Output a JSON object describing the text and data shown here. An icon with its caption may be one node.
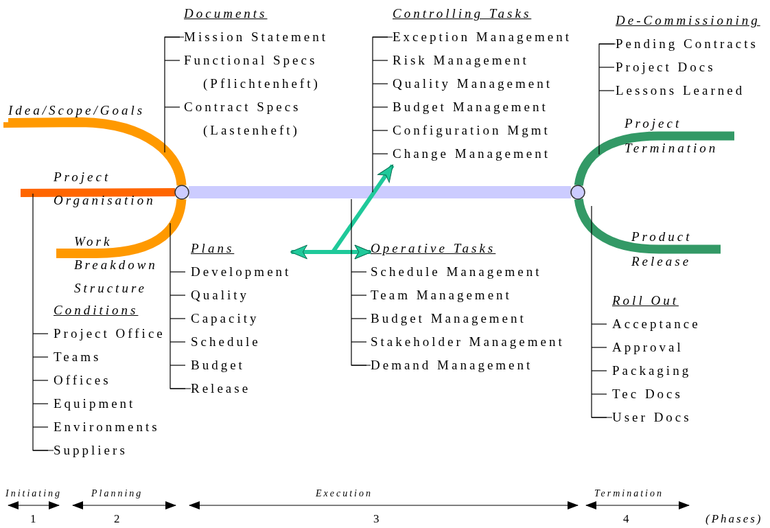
{
  "diagram": {
    "nodes": [
      {
        "text": [
          "Idea/Scope/Goals"
        ]
      },
      {
        "text": [
          "Project Organisation"
        ]
      },
      {
        "text": [
          "Work Breakdown Structure"
        ]
      },
      {
        "text": [
          "Documents",
          "Mission Statement",
          "Functional Specs (Pflichtenheft)",
          "Contract Specs (Lastenheft)"
        ]
      },
      {
        "text": [
          "Conditions",
          "Project Office",
          "Teams",
          "Offices",
          "Equipment",
          "Environments",
          "Suppliers"
        ]
      },
      {
        "text": [
          "Plans",
          "Development",
          "Quality",
          "Capacity",
          "Schedule",
          "Budget",
          "Release"
        ]
      },
      {
        "text": [
          "Controlling Tasks",
          "Exception Management",
          "Risk Management",
          "Quality Management",
          "Budget Management",
          "Configuration Mgmt",
          "Change Management"
        ]
      },
      {
        "text": [
          "Operative Tasks",
          "Schedule Management",
          "Team Management",
          "Budget Management",
          "Stakeholder Management",
          "Demand Management"
        ]
      },
      {
        "text": [
          "De-Commissioning",
          "Pending Contracts",
          "Project Docs",
          "Lessons Learned"
        ]
      },
      {
        "text": [
          "Project Termination"
        ]
      },
      {
        "text": [
          "Product Release"
        ]
      },
      {
        "text": [
          "Roll Out",
          "Acceptance",
          "Approval",
          "Packaging",
          "Tec Docs",
          "User Docs"
        ]
      },
      {
        "text": [],
        "shape": "circle"
      },
      {
        "text": [],
        "shape": "circle"
      }
    ],
    "edges": [
      {
        "from": 12,
        "to": 13,
        "arrow": "none",
        "style": "thick",
        "color": "#ccccff"
      },
      {
        "from": 0,
        "to": 12,
        "arrow": "none",
        "style": "thick",
        "color": "#ff9900"
      },
      {
        "from": 1,
        "to": 12,
        "arrow": "none",
        "style": "thick",
        "color": "#ff6600"
      },
      {
        "from": 2,
        "to": 12,
        "arrow": "none",
        "style": "thick",
        "color": "#ff9900"
      },
      {
        "from": 13,
        "to": 9,
        "arrow": "none",
        "style": "thick",
        "color": "#339966"
      },
      {
        "from": 13,
        "to": 10,
        "arrow": "none",
        "style": "thick",
        "color": "#339966"
      },
      {
        "from": 5,
        "to": 7,
        "arrow": "both",
        "color": "#1fc99a"
      },
      {
        "from": 7,
        "to": 6,
        "arrow": "both",
        "color": "#1fc99a"
      },
      {
        "from": null,
        "to": 3,
        "arrow": "none"
      },
      {
        "from": null,
        "to": 4,
        "arrow": "none"
      },
      {
        "from": null,
        "to": 5,
        "arrow": "none"
      },
      {
        "from": null,
        "to": 6,
        "arrow": "none"
      },
      {
        "from": null,
        "to": 7,
        "arrow": "none"
      },
      {
        "from": null,
        "to": 8,
        "arrow": "none"
      },
      {
        "from": null,
        "to": 11,
        "arrow": "none"
      }
    ],
    "labels": [
      "Initiating",
      "Planning",
      "Execution",
      "Termination",
      "1",
      "2",
      "3",
      "4",
      "(Phases)"
    ]
  }
}
